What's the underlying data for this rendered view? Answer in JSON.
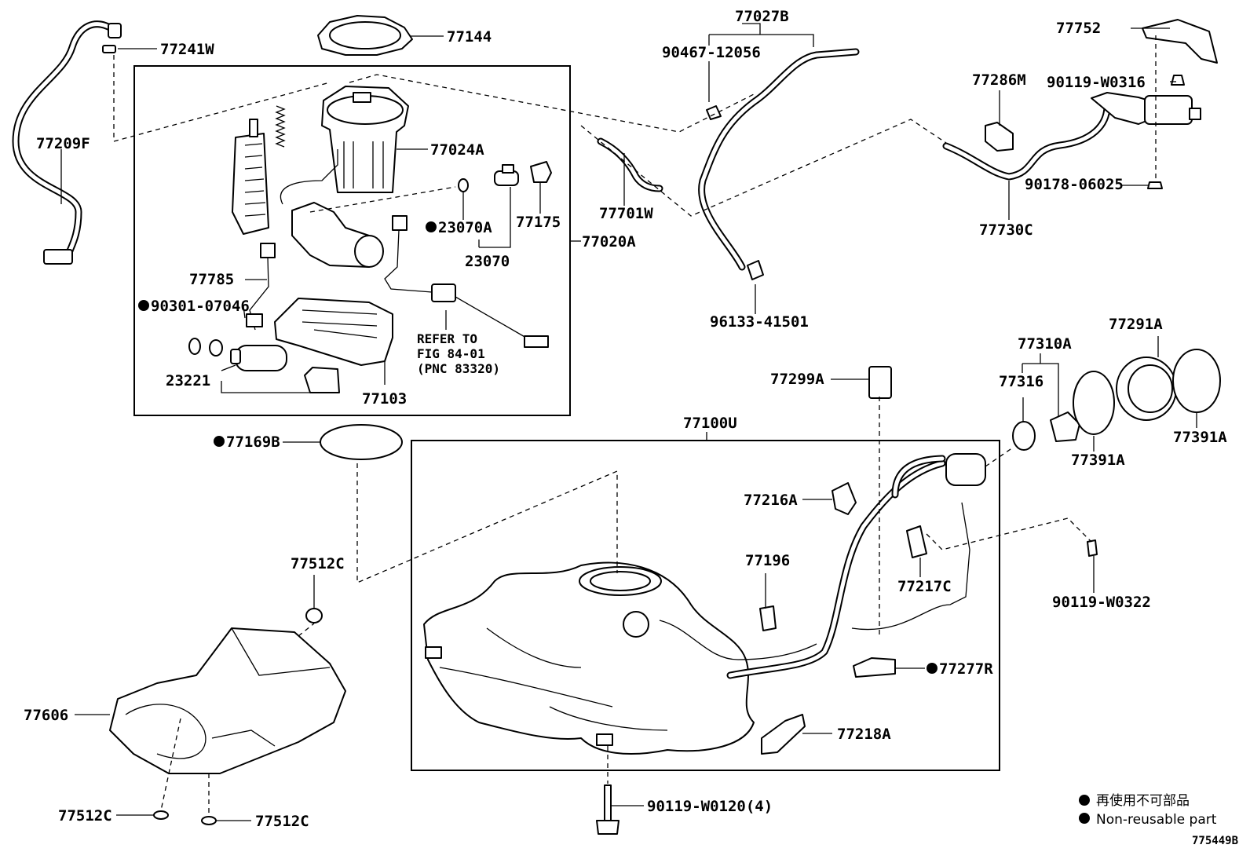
{
  "labels": {
    "p77241W": "77241W",
    "p77144": "77144",
    "p77027B": "77027B",
    "p90467_12056": "90467-12056",
    "p77752": "77752",
    "p77286M": "77286M",
    "p90119_W0316": "90119-W0316",
    "p77209F": "77209F",
    "p77024A": "77024A",
    "p77701W": "77701W",
    "p90178_06025": "90178-06025",
    "p77730C": "77730C",
    "p23070A": "23070A",
    "p77175": "77175",
    "p77020A": "77020A",
    "p23070": "23070",
    "p77785": "77785",
    "p90301_07046": "90301-07046",
    "p96133_41501": "96133-41501",
    "p77310A": "77310A",
    "p77291A": "77291A",
    "p23221": "23221",
    "p77103": "77103",
    "p77299A": "77299A",
    "p77316": "77316",
    "p77100U": "77100U",
    "p77169B": "77169B",
    "p77391A_l": "77391A",
    "p77391A_r": "77391A",
    "p77216A": "77216A",
    "p77512C_top": "77512C",
    "p77196": "77196",
    "p77217C": "77217C",
    "p90119_W0322": "90119-W0322",
    "p77277R": "77277R",
    "p77606": "77606",
    "p77218A": "77218A",
    "p77512C_bl": "77512C",
    "p77512C_br": "77512C",
    "p90119_W0120": "90119-W0120(4)"
  },
  "reference_note": {
    "line1": "REFER TO",
    "line2": "FIG 84-01",
    "line3": "(PNC 83320)"
  },
  "legend": {
    "japanese": "再使用不可部品",
    "english": "Non-reusable part"
  },
  "figure_id": "775449B"
}
